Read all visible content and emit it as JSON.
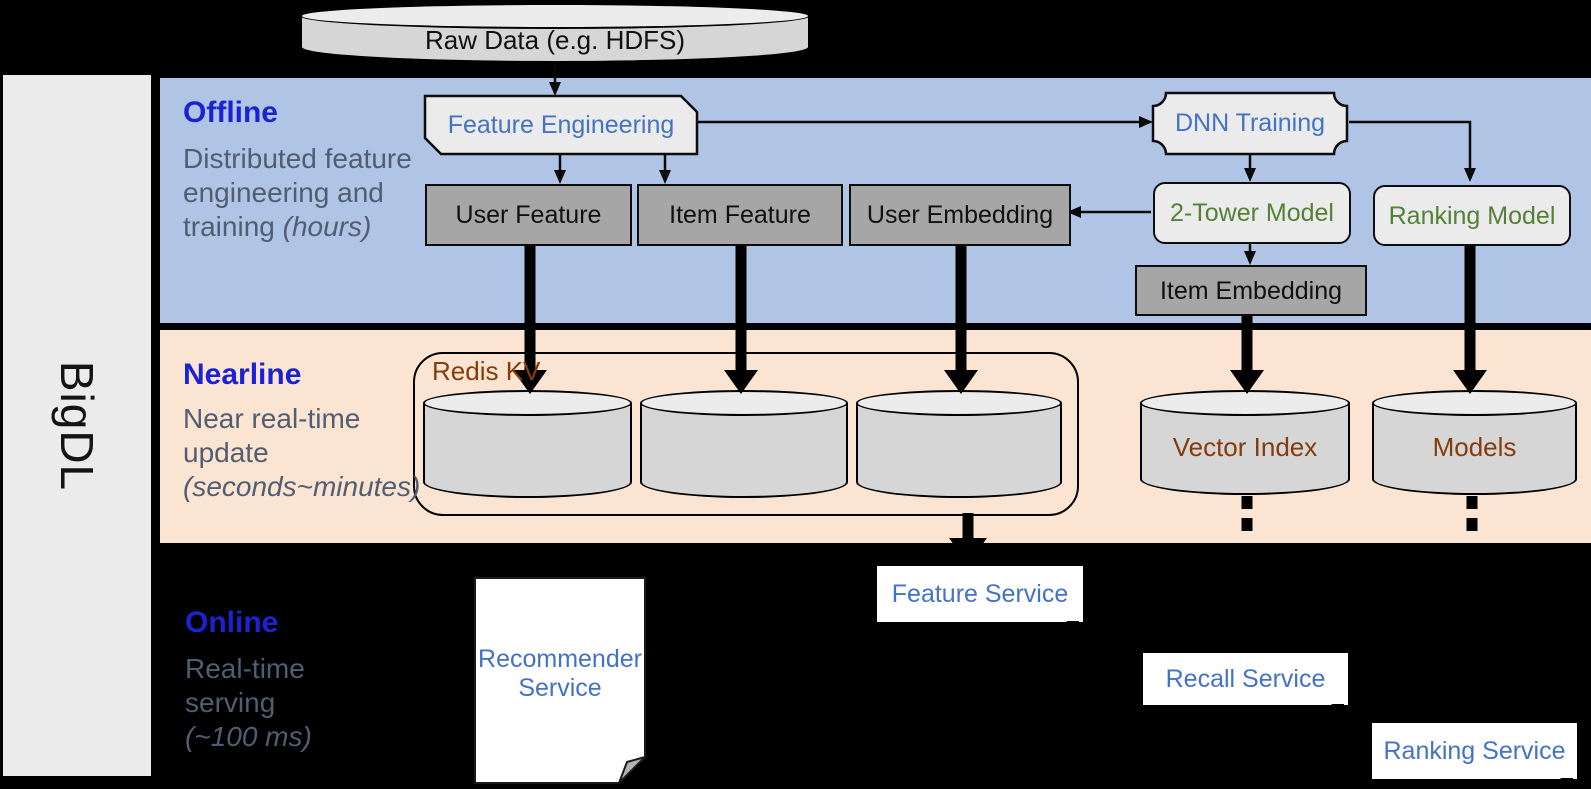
{
  "brand": {
    "name": "BigDL"
  },
  "datastore": {
    "raw_data": "Raw Data (e.g. HDFS)"
  },
  "sections": {
    "offline": {
      "title": "Offline",
      "subtitle": "Distributed feature engineering and training ",
      "subtitle_italic": "(hours)"
    },
    "nearline": {
      "title": "Nearline",
      "subtitle": "Near real-time update ",
      "subtitle_italic": "(seconds~minutes)"
    },
    "online": {
      "title": "Online",
      "subtitle": "Real-time serving ",
      "subtitle_italic": "(~100 ms)"
    }
  },
  "offline": {
    "feature_engineering": "Feature Engineering",
    "dnn_training": "DNN Training",
    "user_feature": "User Feature",
    "item_feature": "Item Feature",
    "user_embedding": "User Embedding",
    "two_tower_model": "2-Tower Model",
    "ranking_model": "Ranking Model",
    "item_embedding": "Item Embedding"
  },
  "nearline": {
    "redis_kv": "Redis KV",
    "vector_index": "Vector Index",
    "models": "Models"
  },
  "online": {
    "recommender_service": "Recommender Service",
    "feature_service": "Feature Service",
    "recall_service": "Recall Service",
    "ranking_service": "Ranking Service"
  },
  "colors": {
    "band_blue": "#b0c4e6",
    "band_orange": "#fce4d2",
    "panel_gray": "#ebebeb",
    "light_box": "#ebebeb",
    "gray_box": "#a6a6a6",
    "cyl_body": "#d6d6d6",
    "accent_blue": "#1b23d1",
    "subtitle_gray": "#515d70",
    "blue_text": "#4472c4",
    "green_text": "#538135",
    "brown_text": "#843c0c"
  }
}
